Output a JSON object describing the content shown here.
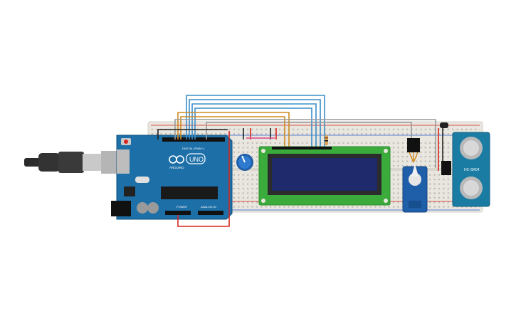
{
  "arduino": {
    "logo_text": "UNO",
    "brand_text": "ARDUINO",
    "digital_label": "DIGITAL (PWM~)",
    "power_label": "POWER",
    "analog_label": "ANALOG IN"
  },
  "ultrasonic": {
    "model_label": "HC-SR04"
  },
  "colors": {
    "board": "#1d6fa8",
    "breadboard": "#e8e6df",
    "lcd_pcb": "#3bab3b",
    "lcd_screen": "#1e2a6b",
    "servo": "#1f5ea8",
    "sensor": "#1a7ca3",
    "wire_red": "#d7261e",
    "wire_black": "#222222",
    "wire_orange": "#d08a1e",
    "wire_blue": "#3a8ec9",
    "wire_gray": "#9a9a9a"
  }
}
